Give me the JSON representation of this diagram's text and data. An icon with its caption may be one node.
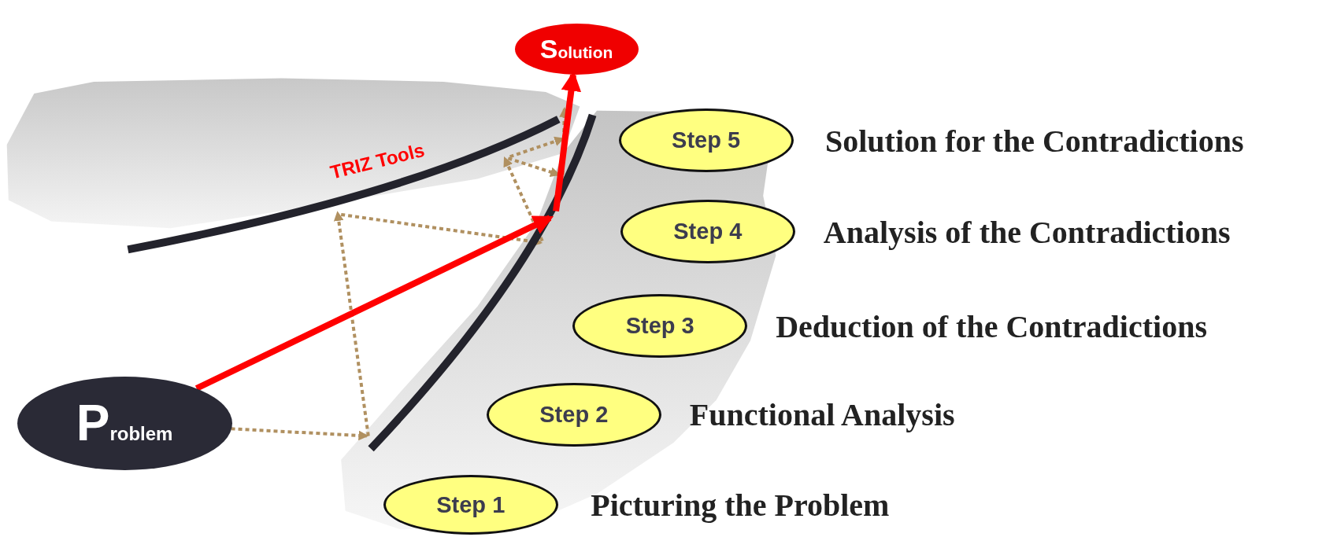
{
  "diagram": {
    "nodes": [
      {
        "text": [
          "Solution"
        ]
      },
      {
        "text": [
          "Step 5"
        ],
        "beside": [
          "Solution for the Contradictions"
        ]
      },
      {
        "text": [
          "Step 4"
        ],
        "beside": [
          "Analysis of the Contradictions"
        ]
      },
      {
        "text": [
          "Step 3"
        ],
        "beside": [
          "Deduction of the Contradictions"
        ]
      },
      {
        "text": [
          "Problem"
        ]
      },
      {
        "text": [
          "Step 2"
        ],
        "beside": [
          "Functional Analysis"
        ]
      },
      {
        "text": [
          "Step 1"
        ],
        "beside": [
          "Picturing the Problem"
        ]
      },
      {
        "text": [],
        "shape": "curve"
      }
    ],
    "edges": [
      {
        "from": 4,
        "to": 7,
        "arrow": "to",
        "color": "#ff0000"
      },
      {
        "from": 7,
        "to": 0,
        "arrow": "to",
        "color": "#ff0000"
      },
      {
        "from": 4,
        "to": 7,
        "arrow": "to",
        "style": "dashed",
        "color": "#b09060"
      }
    ],
    "labels": [
      "TRIZ Tools"
    ]
  }
}
